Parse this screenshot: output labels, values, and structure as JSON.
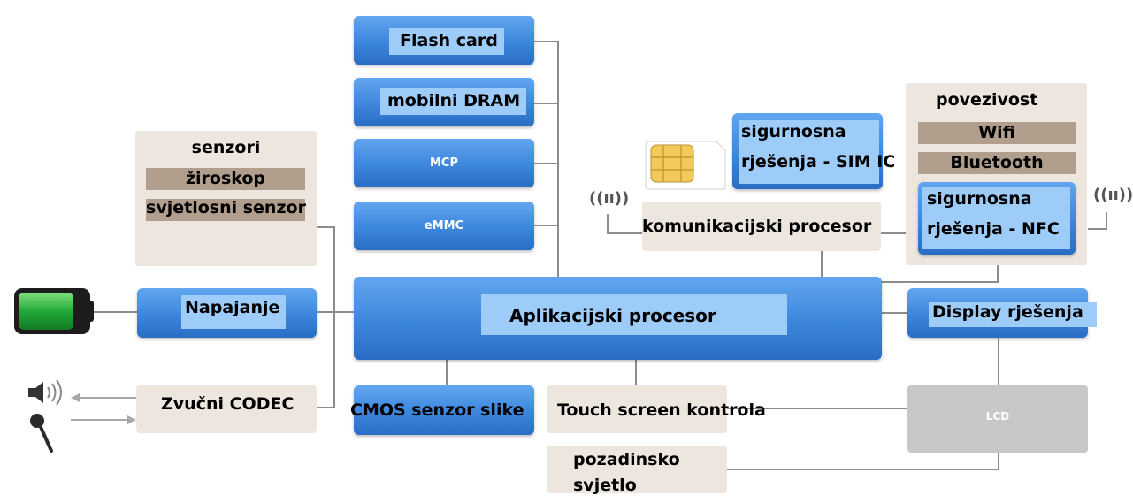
{
  "blocks": {
    "flash_card": "Flash card",
    "mobilni_dram": "mobilni DRAM",
    "mcp": "MCP",
    "emmc": "eMMC",
    "senzori_title": "senzori",
    "ziroskop": "žiroskop",
    "svjetlosni_senzor": "svjetlosni senzor",
    "napajanje": "Napajanje",
    "zvucni_codec": "Zvučni CODEC",
    "aplikacijski_procesor": "Aplikacijski procesor",
    "cmos_senzor": "CMOS senzor slike",
    "touch_screen": "Touch screen kontrola",
    "pozadinsko_svjetlo": "pozadinsko svjetlo",
    "lcd": "LCD",
    "display_rjesenja": "Display rješenja",
    "sigurnosna_sim_1": "sigurnosna",
    "sigurnosna_sim_2": "rješenja - SIM IC",
    "komunikacijski_procesor": "komunikacijski procesor",
    "povezivost_title": "povezivost",
    "wifi": "Wifi",
    "bluetooth": "Bluetooth",
    "sigurnosna_nfc_1": "sigurnosna",
    "sigurnosna_nfc_2": "rješenja - NFC",
    "antenna_glyph": "((ıı))"
  },
  "icons": [
    "battery-icon",
    "speaker-icon",
    "microphone-icon",
    "sim-card-icon",
    "antenna-icon"
  ],
  "colors": {
    "block_blue": "#3c86dc",
    "highlight": "#9dccf8",
    "beige": "#ece6df",
    "brown": "#b19e8d",
    "lcd_gray": "#c8c8c8",
    "battery_green": "#22a83a"
  }
}
